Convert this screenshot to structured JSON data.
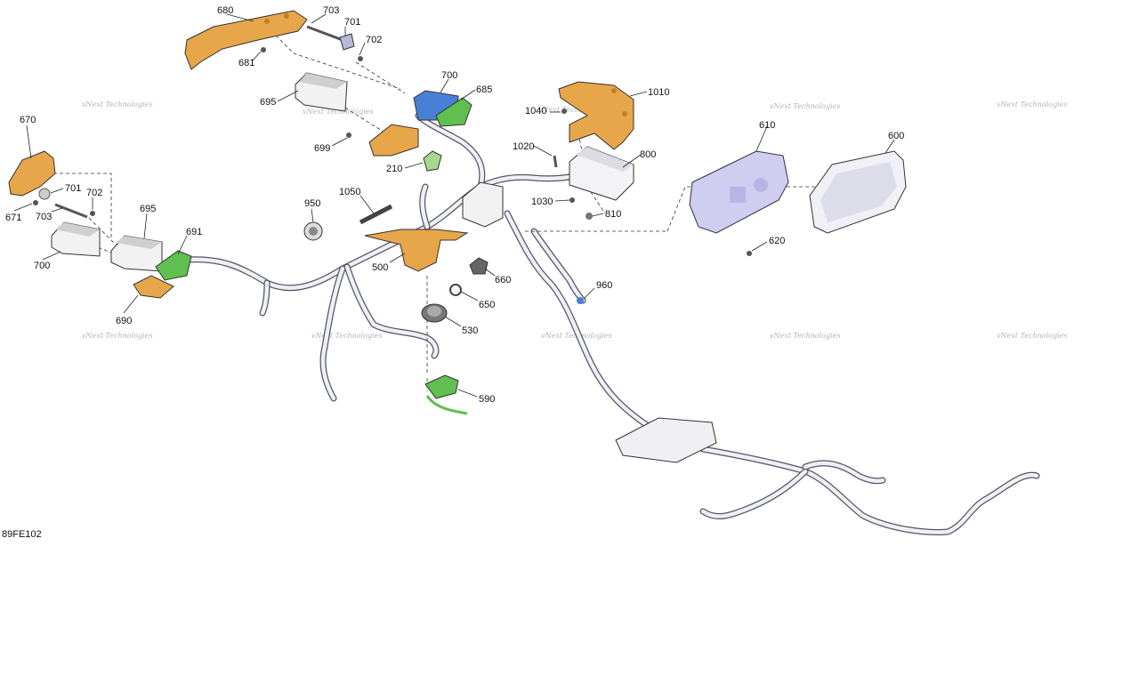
{
  "diagram": {
    "reference_code": "89FE102",
    "watermark_text": "vNext Technologies",
    "colors": {
      "bracket_orange": "#e8a64a",
      "module_blue": "#4a7fd6",
      "connector_green": "#5fbf4f",
      "cluster_lavender": "#cfcdf0",
      "harness_grey": "#e9ebf3"
    },
    "callouts": {
      "c680": "680",
      "c703a": "703",
      "c701a": "701",
      "c702a": "702",
      "c681": "681",
      "c700a": "700",
      "c685": "685",
      "c695a": "695",
      "c699": "699",
      "c210": "210",
      "c1010": "1010",
      "c1040": "1040",
      "c1020": "1020",
      "c800": "800",
      "c1030": "1030",
      "c810": "810",
      "c610": "610",
      "c600": "600",
      "c620": "620",
      "c670": "670",
      "c701b": "701",
      "c702b": "702",
      "c671": "671",
      "c703b": "703",
      "c695b": "695",
      "c691": "691",
      "c700b": "700",
      "c690": "690",
      "c950": "950",
      "c1050": "1050",
      "c500": "500",
      "c660": "660",
      "c650": "650",
      "c960": "960",
      "c530": "530",
      "c590": "590"
    }
  }
}
